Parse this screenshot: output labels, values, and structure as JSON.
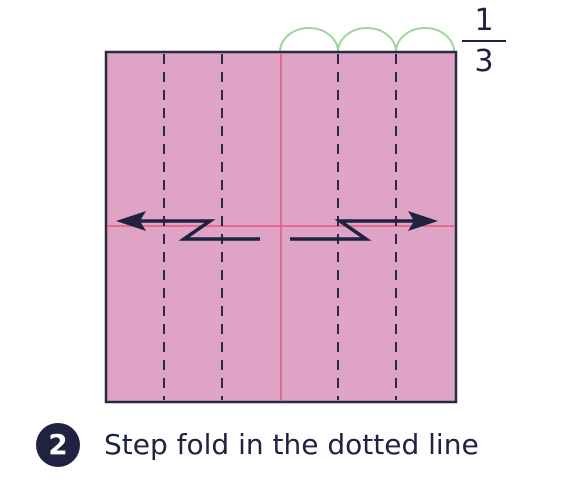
{
  "fraction": {
    "numerator": "1",
    "denominator": "3"
  },
  "step": {
    "number": "2",
    "instruction": "Step fold in the dotted line"
  },
  "colors": {
    "paper": "#dea3c5",
    "outline": "#2b2a43",
    "crease": "#e8577f",
    "arrow": "#1f2240",
    "arc": "#9fd59a",
    "text": "#1f2240"
  }
}
